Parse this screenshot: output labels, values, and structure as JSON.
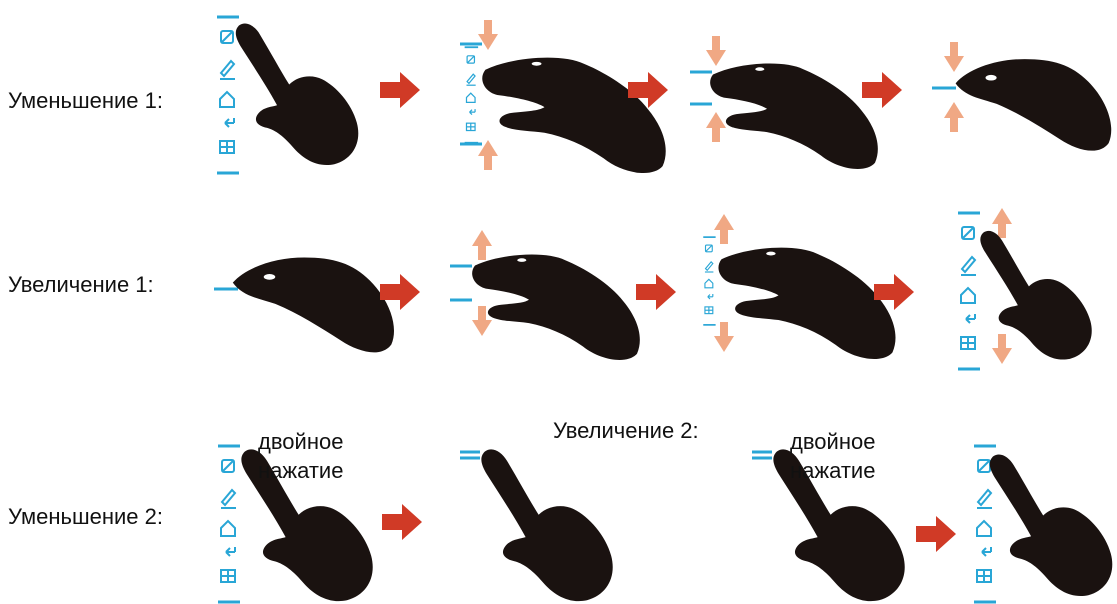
{
  "rows": {
    "zoom_out_1": "Уменьшение 1:",
    "zoom_in_1": "Увеличение 1:",
    "zoom_out_2": "Уменьшение 2:",
    "zoom_in_2": "Увеличение 2:"
  },
  "double_tap": {
    "line1": "двойное",
    "line2": "нажатие"
  },
  "colors": {
    "arrow": "#d03a26",
    "pinch_arrow": "#f0a884",
    "toolbar": "#29a6d6",
    "hand": "#1a1210"
  },
  "icons": [
    "no-touch-icon",
    "pen-icon",
    "home-icon",
    "back-icon",
    "grid-icon"
  ]
}
